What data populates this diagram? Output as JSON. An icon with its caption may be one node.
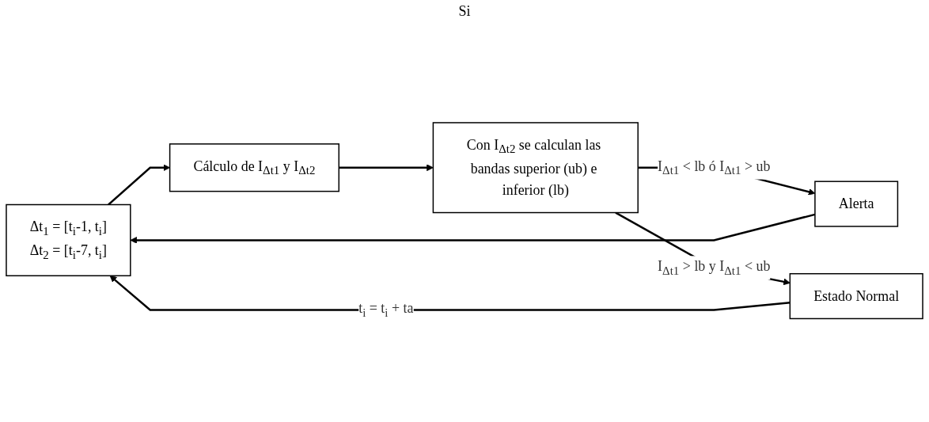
{
  "diagram": {
    "nodes": [
      {
        "text": [
          "Δt$_{1}$ = [t$_{i}$-1, t$_{i}$]",
          "Δt$_{2}$ = [t$_{i}$-7, t$_{i}$]"
        ]
      },
      {
        "text": [
          "Cálculo de I$_{Δt1}$ y I$_{Δt2}$"
        ]
      },
      {
        "text": [
          "Con I$_{Δt2}$ se calculan las bandas superior (ub) e inferior (lb)"
        ]
      },
      {
        "text": [
          "Alerta"
        ]
      },
      {
        "text": [
          "Estado Normal"
        ]
      }
    ],
    "edges": [
      {
        "from": 0,
        "to": 1,
        "arrow": "to"
      },
      {
        "from": 1,
        "to": 2,
        "arrow": "to"
      },
      {
        "from": 2,
        "to": 3,
        "arrow": "to",
        "label": "I$_{Δt1}$ < lb ó I$_{Δt1}$ > ub"
      },
      {
        "from": 2,
        "to": 4,
        "arrow": "to",
        "label": "I$_{Δt1}$ > lb y I$_{Δt1}$ < ub"
      },
      {
        "from": 3,
        "to": 0,
        "arrow": "to"
      },
      {
        "from": 4,
        "to": 0,
        "arrow": "to",
        "label": "t$_{i}$ = t$_{i}$ + ta"
      }
    ],
    "labels": [
      "Si"
    ]
  }
}
